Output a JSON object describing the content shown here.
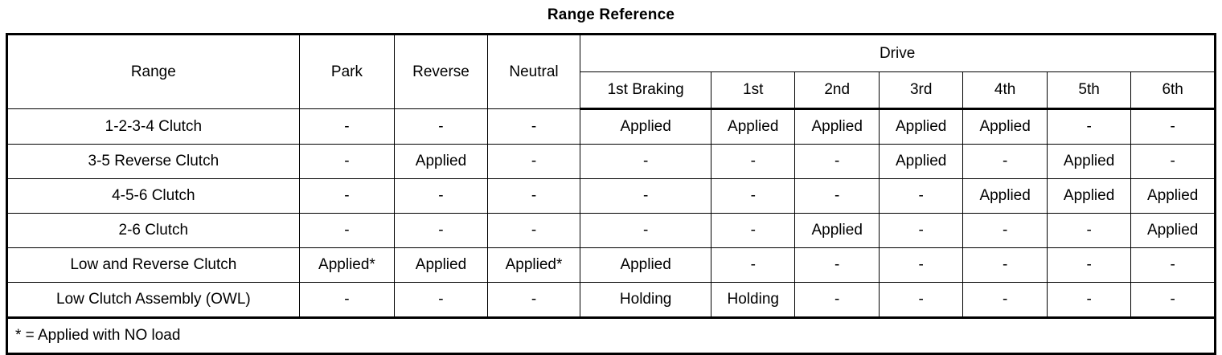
{
  "title": "Range Reference",
  "table": {
    "columns": {
      "range": "Range",
      "park": "Park",
      "reverse": "Reverse",
      "neutral": "Neutral",
      "drive_group": "Drive",
      "drive_sub": [
        "1st Braking",
        "1st",
        "2nd",
        "3rd",
        "4th",
        "5th",
        "6th"
      ]
    },
    "rows": [
      {
        "label": "1-2-3-4 Clutch",
        "park": "-",
        "reverse": "-",
        "neutral": "-",
        "drive": [
          "Applied",
          "Applied",
          "Applied",
          "Applied",
          "Applied",
          "-",
          "-"
        ]
      },
      {
        "label": "3-5 Reverse Clutch",
        "park": "-",
        "reverse": "Applied",
        "neutral": "-",
        "drive": [
          "-",
          "-",
          "-",
          "Applied",
          "-",
          "Applied",
          "-"
        ]
      },
      {
        "label": "4-5-6 Clutch",
        "park": "-",
        "reverse": "-",
        "neutral": "-",
        "drive": [
          "-",
          "-",
          "-",
          "-",
          "Applied",
          "Applied",
          "Applied"
        ]
      },
      {
        "label": "2-6 Clutch",
        "park": "-",
        "reverse": "-",
        "neutral": "-",
        "drive": [
          "-",
          "-",
          "Applied",
          "-",
          "-",
          "-",
          "Applied"
        ]
      },
      {
        "label": "Low and Reverse Clutch",
        "park": "Applied*",
        "reverse": "Applied",
        "neutral": "Applied*",
        "drive": [
          "Applied",
          "-",
          "-",
          "-",
          "-",
          "-",
          "-"
        ]
      },
      {
        "label": "Low Clutch Assembly (OWL)",
        "park": "-",
        "reverse": "-",
        "neutral": "-",
        "drive": [
          "Holding",
          "Holding",
          "-",
          "-",
          "-",
          "-",
          "-"
        ]
      }
    ],
    "footnote": "* = Applied with NO load"
  },
  "colors": {
    "text": "#000000",
    "background": "#ffffff",
    "border": "#000000"
  }
}
